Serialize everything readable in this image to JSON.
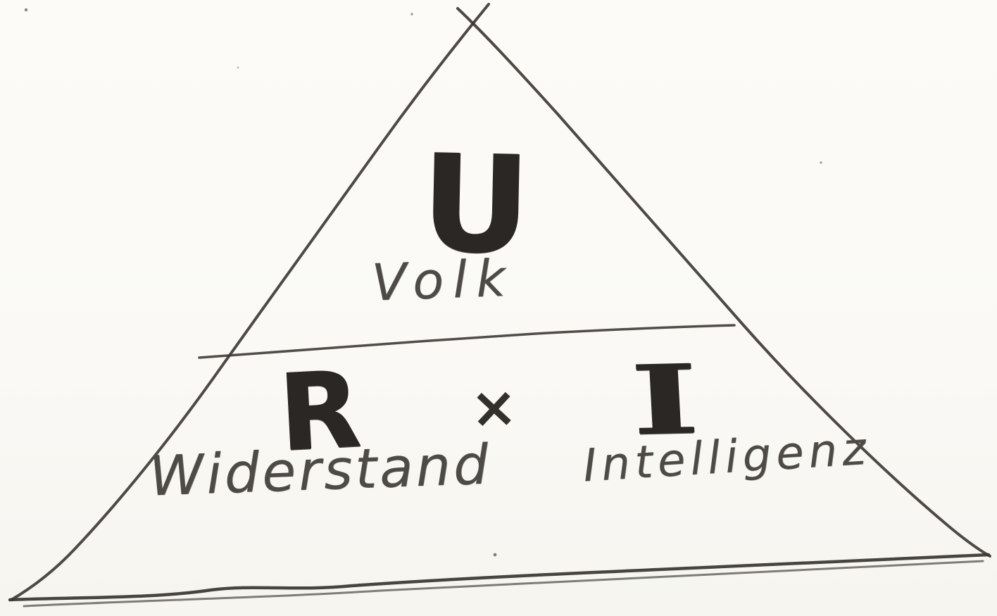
{
  "colors": {
    "paper": "#fbfaf6",
    "marker_ink": "#2a2724",
    "pencil_text": "#4e4a45",
    "pencil_line": "#3e3a35"
  },
  "triangle": {
    "top": {
      "symbol": "U",
      "label": "Volk"
    },
    "operator": "×",
    "bottom_left": {
      "symbol": "R",
      "label": "Widerstand"
    },
    "bottom_right": {
      "symbol": "I",
      "label": "Intelligenz"
    }
  }
}
